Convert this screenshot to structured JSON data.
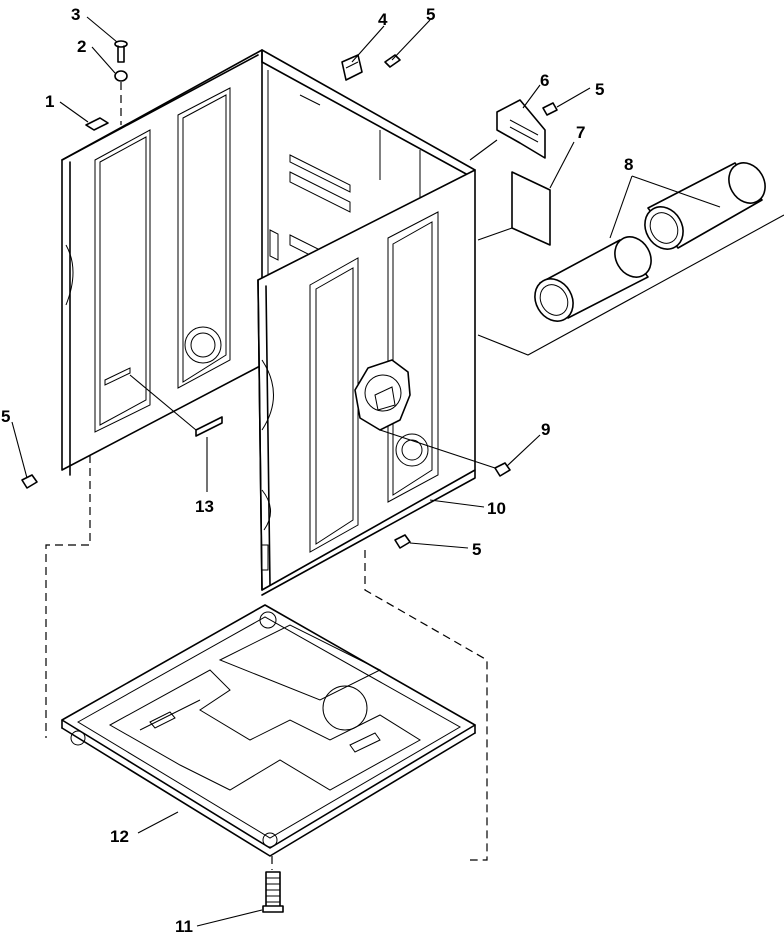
{
  "callouts": {
    "c1": "1",
    "c2": "2",
    "c3": "3",
    "c4": "4",
    "c5a": "5",
    "c5b": "5",
    "c5c": "5",
    "c5d": "5",
    "c6": "6",
    "c7": "7",
    "c8": "8",
    "c9": "9",
    "c10": "10",
    "c11": "11",
    "c12": "12",
    "c13": "13"
  }
}
